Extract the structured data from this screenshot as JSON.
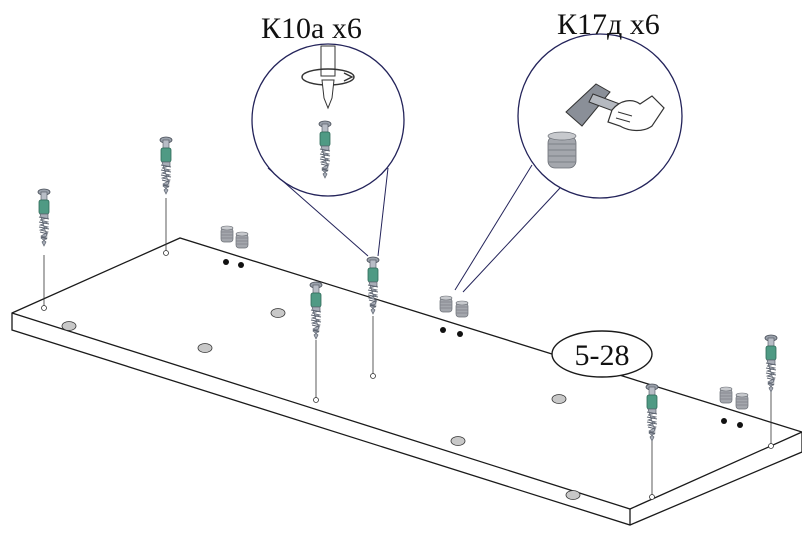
{
  "labels": {
    "part_k10a": "К10а х6",
    "part_k17d": "К17д х6",
    "panel_id": "5-28"
  },
  "colors": {
    "outline": "#1a1a1a",
    "callout_stroke": "#23235a",
    "screw_body": "#a9aeb8",
    "screw_dark": "#5d6470",
    "screw_sleeve": "#4f9a84",
    "dowel": "#a4a7ad",
    "hole_grey": "#c8c8c8"
  },
  "icons": [
    "screwdriver-rotation-icon",
    "hammer-icon",
    "hand-icon"
  ]
}
